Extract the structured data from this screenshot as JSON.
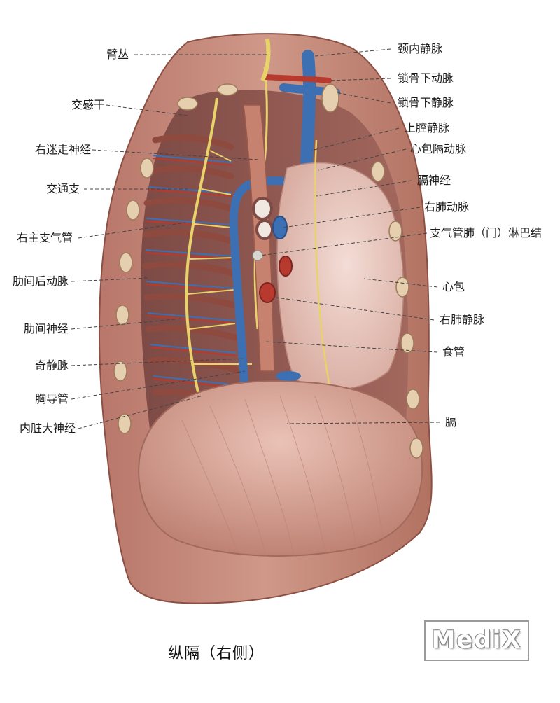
{
  "labels_left": [
    {
      "id": "brachial-plexus",
      "text": "臂丛"
    },
    {
      "id": "sympathetic-trunk",
      "text": "交感干"
    },
    {
      "id": "right-vagus-nerve",
      "text": "右迷走神经"
    },
    {
      "id": "communicating-branch",
      "text": "交通支"
    },
    {
      "id": "right-main-bronchus",
      "text": "右主支气管"
    },
    {
      "id": "posterior-intercostal-artery",
      "text": "肋间后动脉"
    },
    {
      "id": "intercostal-nerve",
      "text": "肋间神经"
    },
    {
      "id": "azygos-vein",
      "text": "奇静脉"
    },
    {
      "id": "thoracic-duct",
      "text": "胸导管"
    },
    {
      "id": "greater-splanchnic-nerve",
      "text": "内脏大神经"
    }
  ],
  "labels_right": [
    {
      "id": "internal-jugular-vein",
      "text": "颈内静脉"
    },
    {
      "id": "subclavian-artery",
      "text": "锁骨下动脉"
    },
    {
      "id": "subclavian-vein",
      "text": "锁骨下静脉"
    },
    {
      "id": "superior-vena-cava",
      "text": "上腔静脉"
    },
    {
      "id": "pericardiacophrenic-artery",
      "text": "心包隔动脉"
    },
    {
      "id": "phrenic-nerve",
      "text": "膈神经"
    },
    {
      "id": "right-pulmonary-artery",
      "text": "右肺动脉"
    },
    {
      "id": "bronchopulmonary-lymph-nodes",
      "text": "支气管肺（门）淋巴结"
    },
    {
      "id": "pericardium",
      "text": "心包"
    },
    {
      "id": "right-pulmonary-veins",
      "text": "右肺静脉"
    },
    {
      "id": "esophagus",
      "text": "食管"
    },
    {
      "id": "diaphragm",
      "text": "膈"
    }
  ],
  "caption": "纵隔（右侧）",
  "watermark": "MediX",
  "colors": {
    "tissue": "#c88b78",
    "tissue_dark": "#a35c4c",
    "rib": "#9c5648",
    "vein": "#3d6fb3",
    "artery": "#b83a2f",
    "nerve": "#e8d36a",
    "pericardium": "#e9c9bf",
    "diaphragm": "#d8a79a",
    "leader": "#444444"
  }
}
